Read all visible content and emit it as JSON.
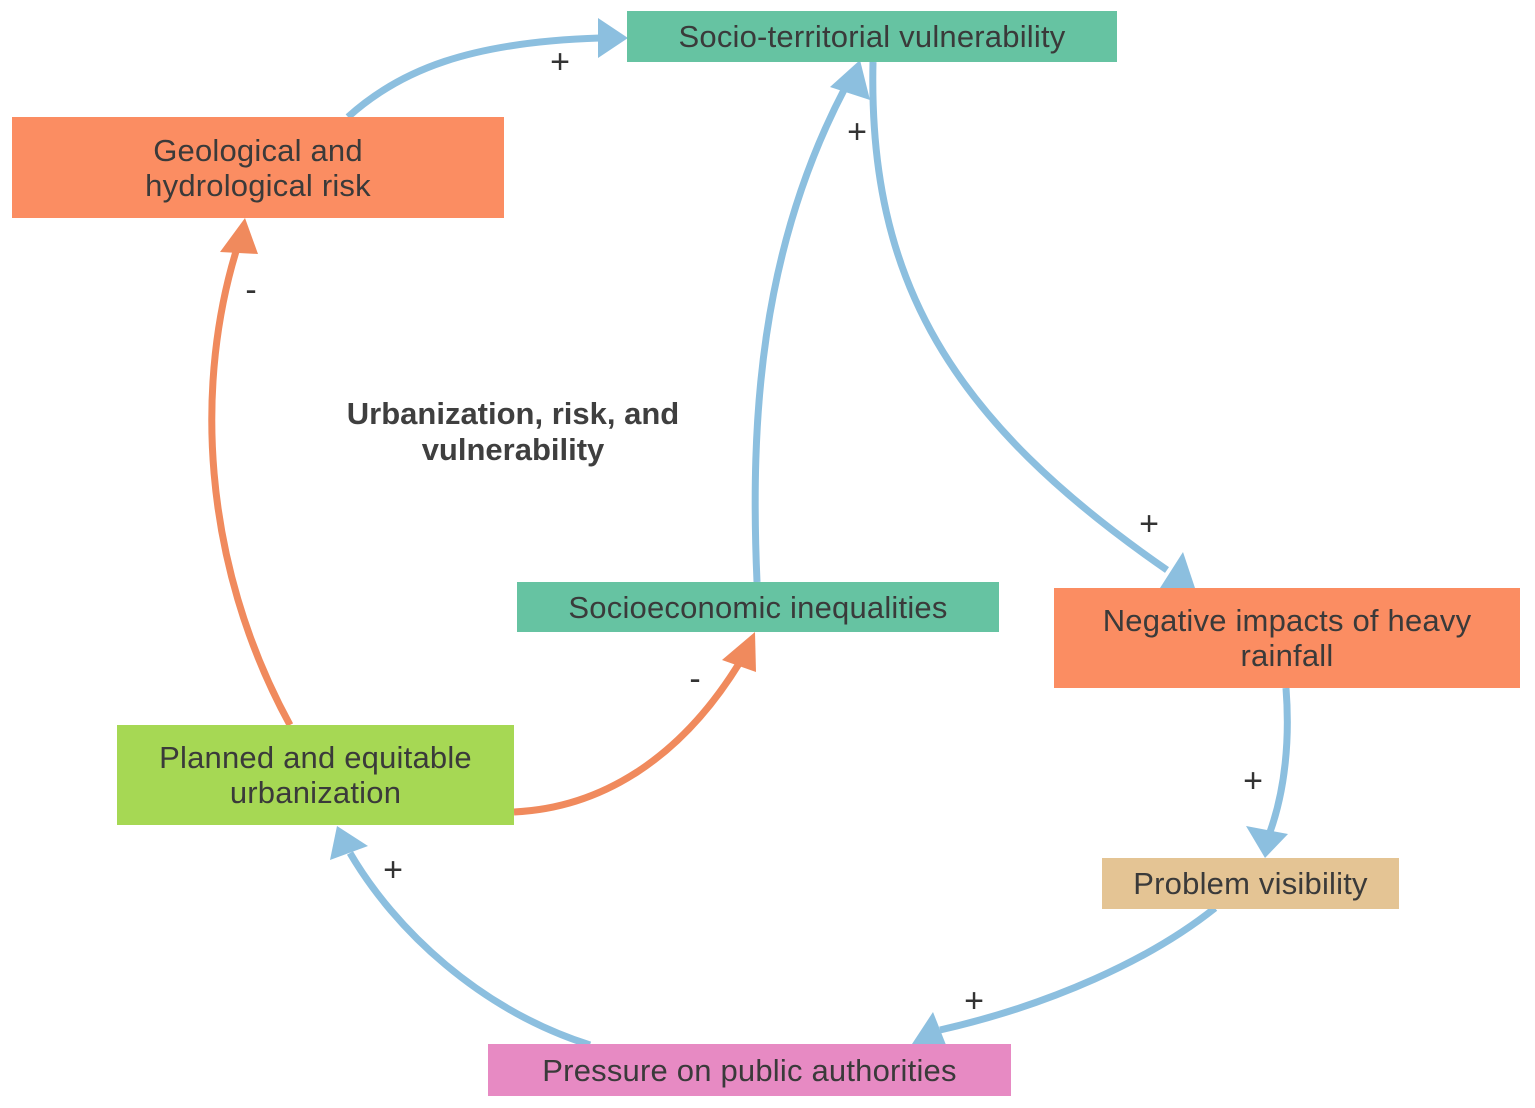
{
  "title": "Urbanization, risk, and vulnerability",
  "colors": {
    "teal": "#66c3a2",
    "orange": "#fb8d62",
    "green": "#a6d854",
    "tan": "#e4c494",
    "pink": "#e78ac3",
    "positive_link": "#8cbfdf",
    "negative_link": "#f08a5d"
  },
  "nodes": {
    "socio_territorial": "Socio-territorial vulnerability",
    "geological": "Geological and hydrological risk",
    "socioeconomic": "Socioeconomic inequalities",
    "negative_impacts": "Negative impacts of heavy rainfall",
    "planned": "Planned and equitable urbanization",
    "visibility": "Problem visibility",
    "pressure": "Pressure on public authorities"
  },
  "links": {
    "geological_to_socio_territorial": "+",
    "socioeconomic_to_socio_territorial": "+",
    "socio_territorial_to_negative_impacts": "+",
    "negative_impacts_to_visibility": "+",
    "visibility_to_pressure": "+",
    "pressure_to_planned": "+",
    "planned_to_geological": "-",
    "planned_to_socioeconomic": "-"
  }
}
